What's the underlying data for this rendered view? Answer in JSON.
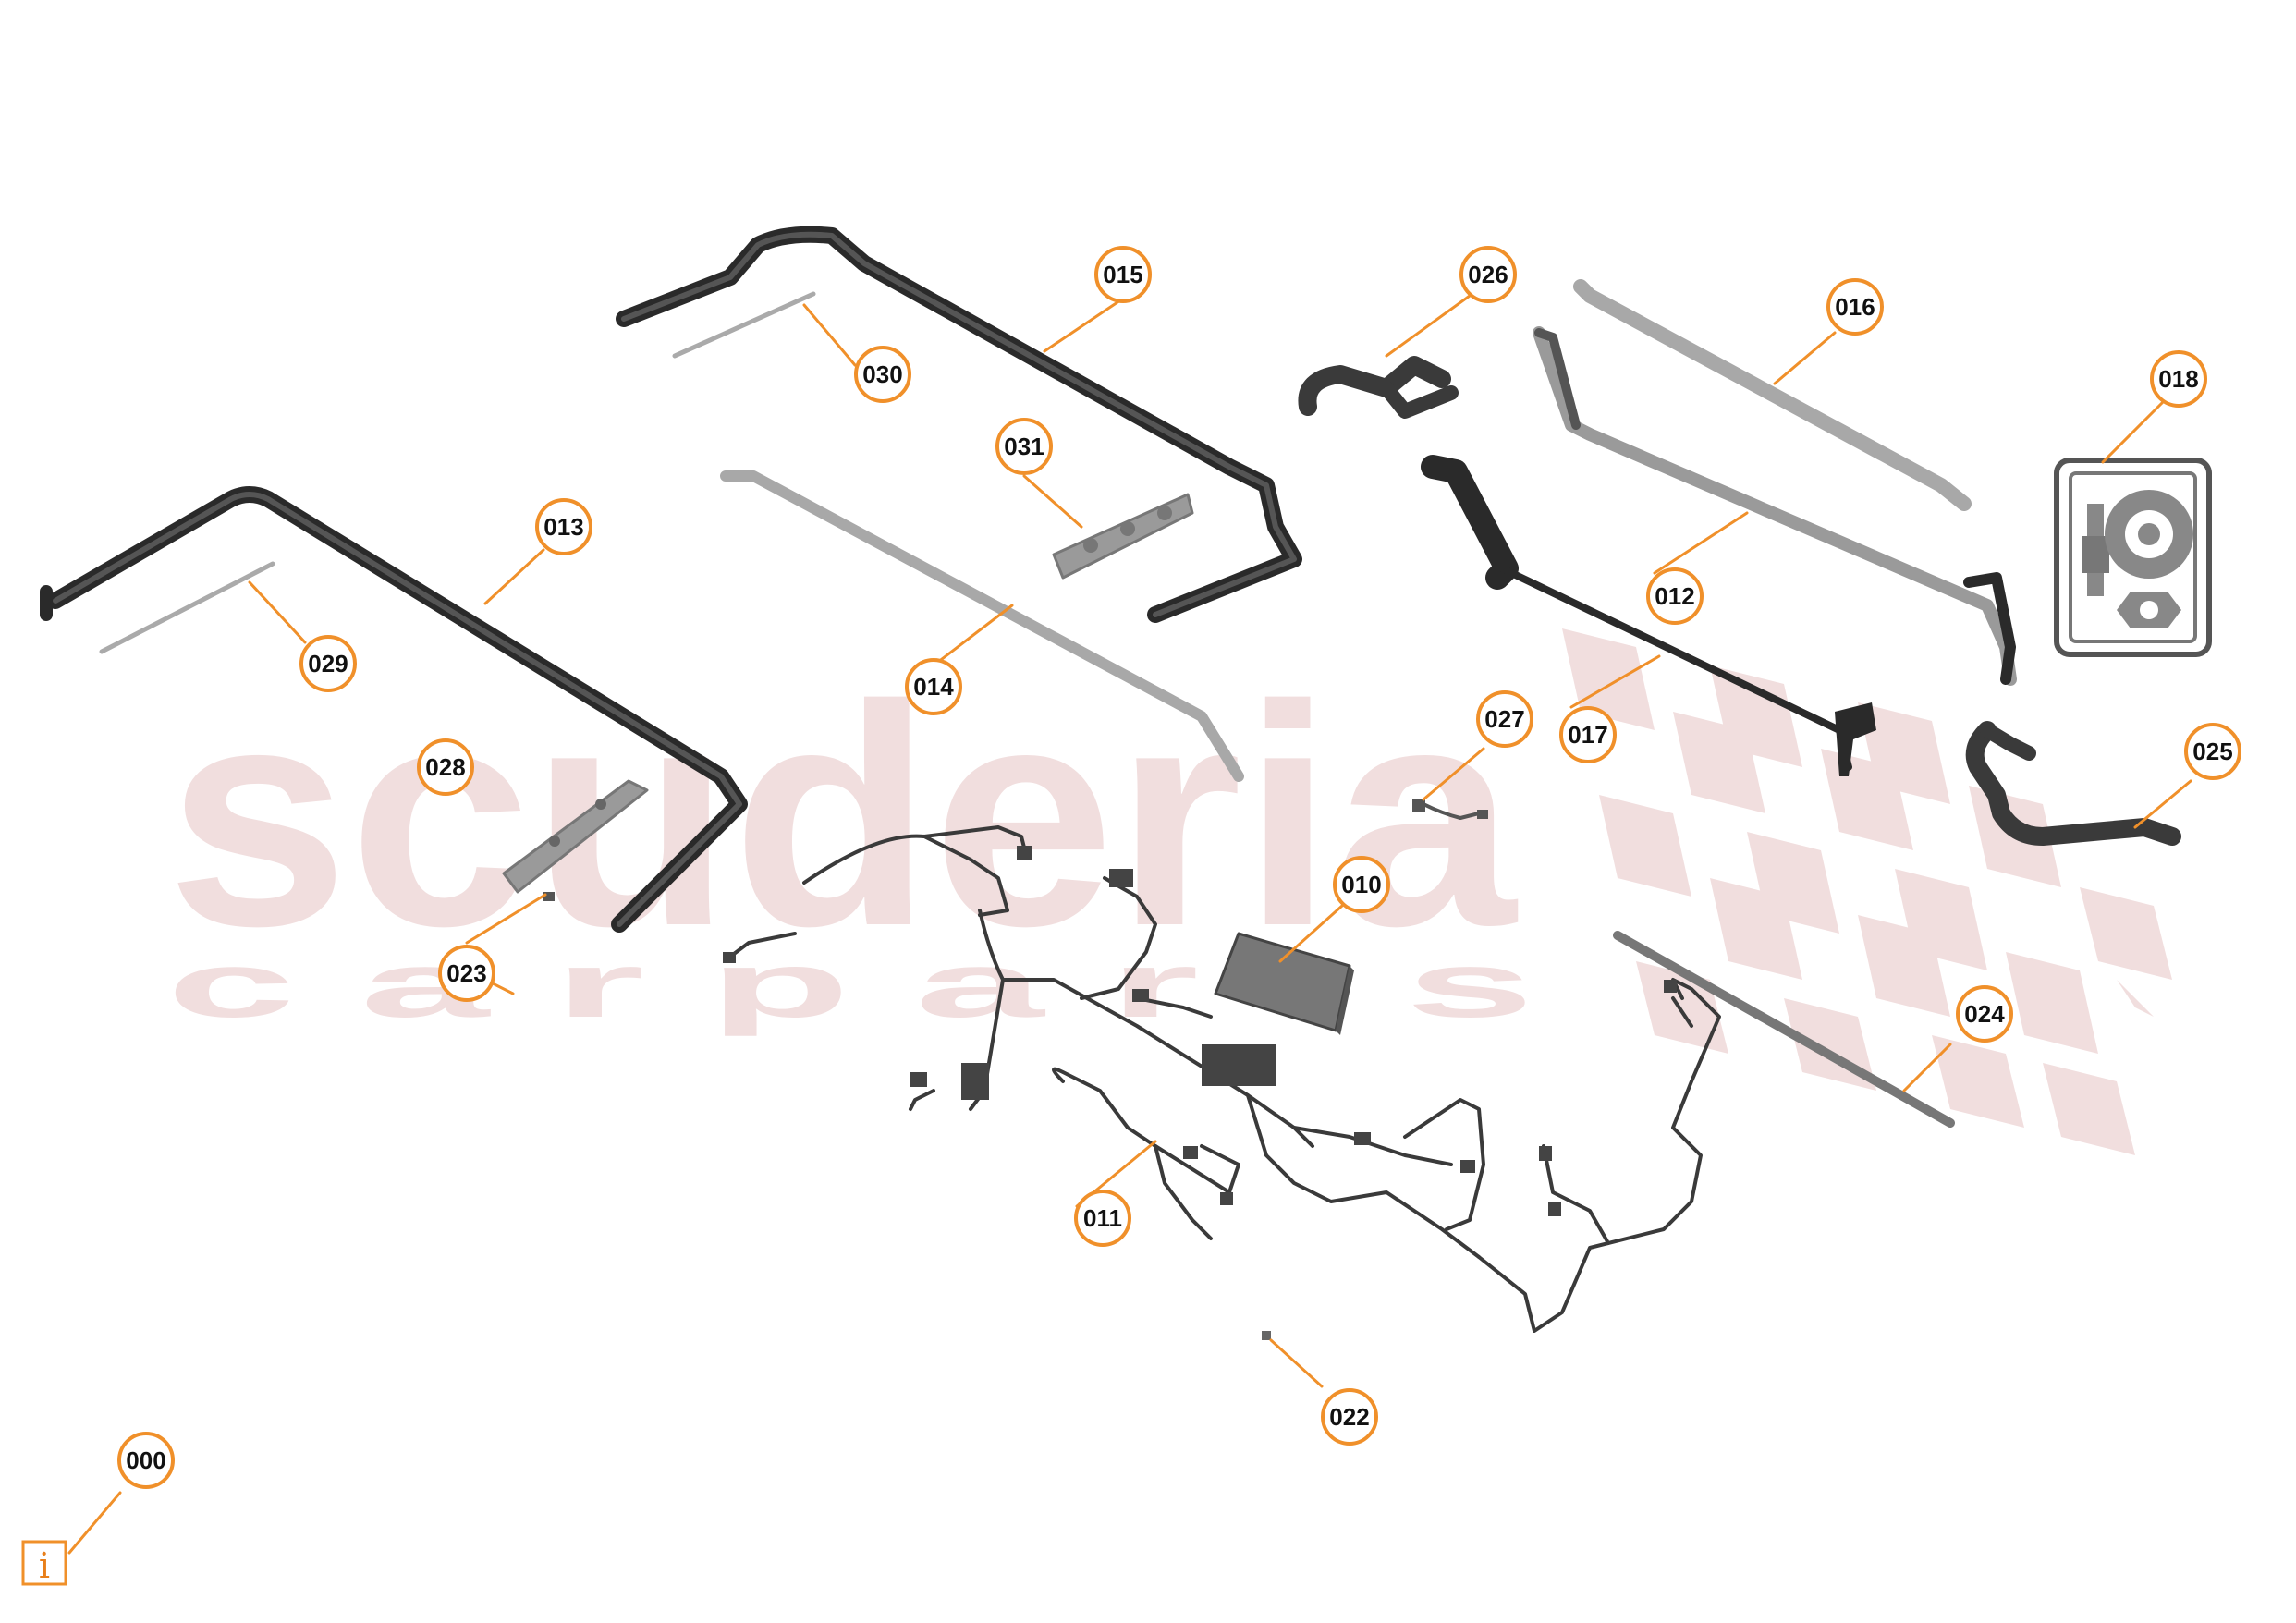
{
  "watermark": {
    "brand": "scuderia",
    "tagline": "c a r   p a r t s"
  },
  "colors": {
    "callout": "#f0902a",
    "part_dark": "#2a2a2a",
    "part_grey": "#9a9a9a",
    "watermark": "#f1dede"
  },
  "callouts": [
    {
      "id": "c000",
      "label": "000"
    },
    {
      "id": "c010",
      "label": "010"
    },
    {
      "id": "c011",
      "label": "011"
    },
    {
      "id": "c012",
      "label": "012"
    },
    {
      "id": "c013",
      "label": "013"
    },
    {
      "id": "c014",
      "label": "014"
    },
    {
      "id": "c015",
      "label": "015"
    },
    {
      "id": "c016",
      "label": "016"
    },
    {
      "id": "c017",
      "label": "017"
    },
    {
      "id": "c018",
      "label": "018"
    },
    {
      "id": "c022",
      "label": "022"
    },
    {
      "id": "c023",
      "label": "023"
    },
    {
      "id": "c024",
      "label": "024"
    },
    {
      "id": "c025",
      "label": "025"
    },
    {
      "id": "c026",
      "label": "026"
    },
    {
      "id": "c027",
      "label": "027"
    },
    {
      "id": "c028",
      "label": "028"
    },
    {
      "id": "c029",
      "label": "029"
    },
    {
      "id": "c030",
      "label": "030"
    },
    {
      "id": "c031",
      "label": "031"
    }
  ],
  "info_icon": "i",
  "icons": {
    "info": "info-icon",
    "hardware_kit": "hardware-kit-icon"
  }
}
